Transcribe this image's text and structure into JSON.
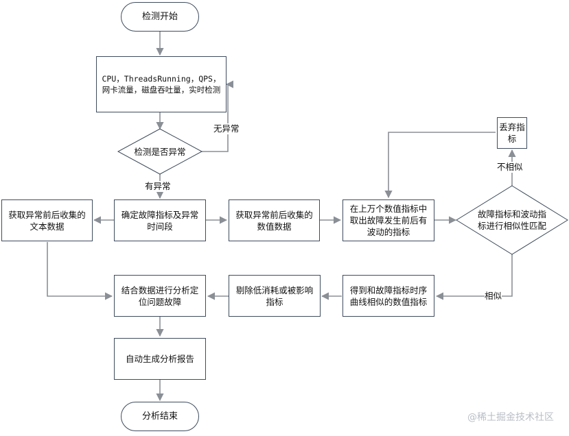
{
  "nodes": {
    "start": "检测开始",
    "monitor": "CPU，ThreadsRunning，QPS，网卡流量，磁盘吞吐量，实时检测",
    "check": "检测是否异常",
    "determine": "确定故障指标及异常时间段",
    "get_text": "获取异常前后收集的文本数据",
    "get_numeric": "获取异常前后收集的数值数据",
    "extract": "在上万个数值指标中取出故障发生前后有波动的指标",
    "match": "故障指标和波动指标进行相似性匹配",
    "discard": "丢弃指标",
    "similar_curves": "得到和故障指标时序曲线相似的数值指标",
    "remove_low": "剔除低消耗或被影响指标",
    "combine": "结合数据进行分析定位问题故障",
    "report": "自动生成分析报告",
    "end": "分析结束"
  },
  "edge_labels": {
    "no_anomaly": "无异常",
    "has_anomaly": "有异常",
    "not_similar": "不相似",
    "similar": "相似"
  },
  "watermark": "@稀土掘金技术社区"
}
